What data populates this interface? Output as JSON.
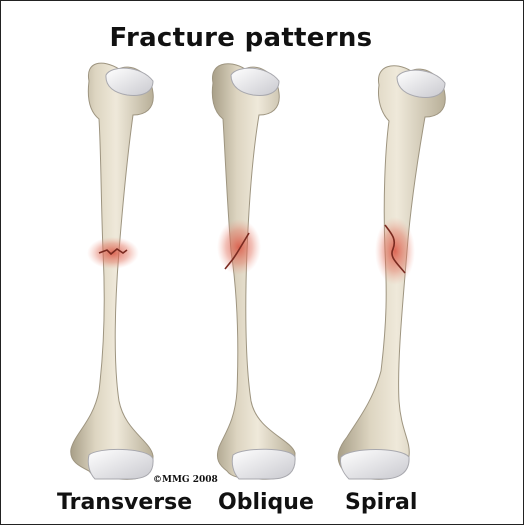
{
  "title": "Fracture patterns",
  "copyright": "©MMG 2008",
  "bones": [
    {
      "label": "Transverse",
      "icon": "bone-transverse-fracture-icon"
    },
    {
      "label": "Oblique",
      "icon": "bone-oblique-fracture-icon"
    },
    {
      "label": "Spiral",
      "icon": "bone-spiral-fracture-icon"
    }
  ],
  "colors": {
    "bone": "#e6dfcd",
    "bone_shadow": "#a79f8a",
    "cartilage": "#f0f0f3",
    "fracture": "#d9503e",
    "text": "#111111"
  }
}
